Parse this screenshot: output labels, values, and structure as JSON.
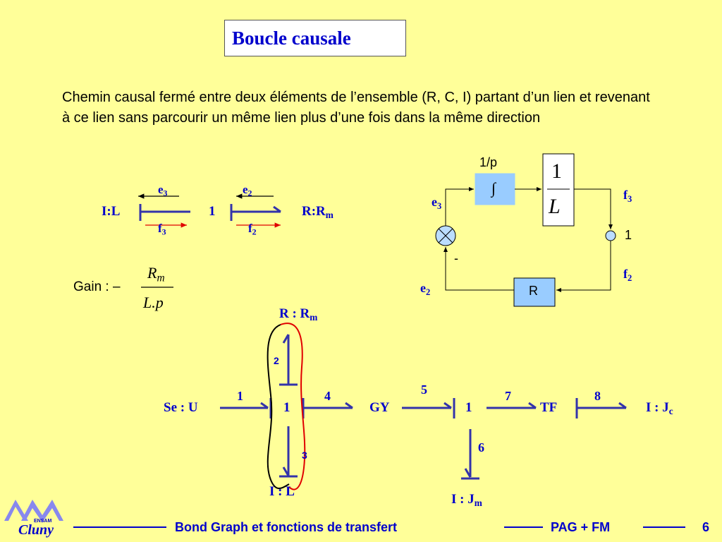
{
  "slide": {
    "title": "Boucle causale",
    "description": "Chemin causal fermé entre deux éléments de l’ensemble (R, C, I) partant d’un lien et revenant à ce lien sans parcourir un même lien plus d’une fois dans la même direction"
  },
  "small_bond": {
    "left_element": "I:L",
    "junction": "1",
    "right_element": "R:R",
    "right_sub": "m",
    "e3": "e",
    "e3_sub": "3",
    "e2": "e",
    "e2_sub": "2",
    "f3": "f",
    "f3_sub": "3",
    "f2": "f",
    "f2_sub": "2"
  },
  "gain": {
    "label": "Gain : –",
    "num": "R",
    "num_sub": "m",
    "den": "L.p"
  },
  "block_diagram": {
    "integrator_label": "1/p",
    "integrator_symbol": "∫",
    "frac_num": "1",
    "frac_den": "L",
    "r_block": "R",
    "e3": "e",
    "e3_sub": "3",
    "e2": "e",
    "e2_sub": "2",
    "f3": "f",
    "f3_sub": "3",
    "f2": "f",
    "f2_sub": "2",
    "junction": "1",
    "minus_sign": "-"
  },
  "bond_graph": {
    "source": "Se : U",
    "junction1": "1",
    "top_element": "R : R",
    "top_element_sub": "m",
    "bottom_element": "I : L",
    "gy": "GY",
    "junction2": "1",
    "tf": "TF",
    "load": "I : J",
    "load_sub": "c",
    "inertia": "I : J",
    "inertia_sub": "m",
    "bonds": [
      "1",
      "2",
      "3",
      "4",
      "5",
      "6",
      "7",
      "8"
    ]
  },
  "footer": {
    "logo_text": "ENSAM",
    "logo_script": "Cluny",
    "course": "Bond Graph et fonctions de transfert",
    "authors": "PAG + FM",
    "page": "6"
  },
  "colors": {
    "background": "#FFFF99",
    "accent_blue": "#0000CC",
    "bond_blue": "#3333AA",
    "red_arrow": "#E00000",
    "block_fill": "#99CCFF",
    "circle_fill": "#BBDDFF"
  }
}
